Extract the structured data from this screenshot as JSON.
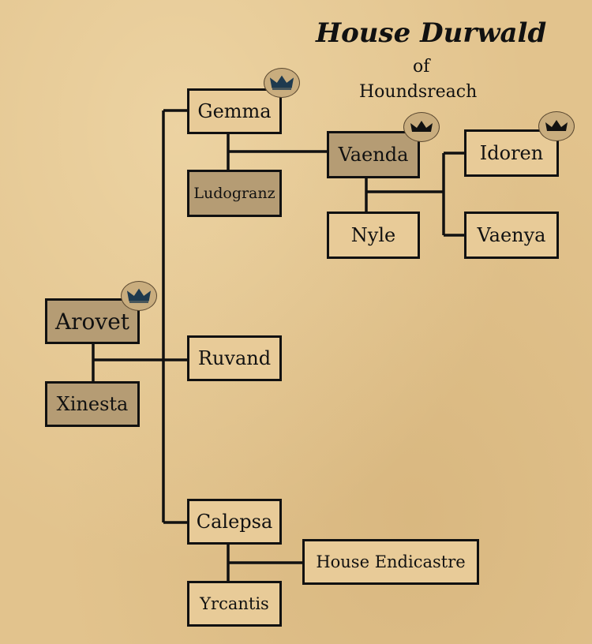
{
  "title": "House Durwald",
  "subtitle_of": "of",
  "subtitle_place": "Houndsreach",
  "members": {
    "gemma": "Gemma",
    "ludogranz": "Ludogranz",
    "vaenda": "Vaenda",
    "idoren": "Idoren",
    "nyle": "Nyle",
    "vaenya": "Vaenya",
    "arovet": "Arovet",
    "xinesta": "Xinesta",
    "ruvand": "Ruvand",
    "calepsa": "Calepsa",
    "yrcantis": "Yrcantis",
    "endicastre": "House Endicastre"
  },
  "crowned": [
    "Gemma",
    "Vaenda",
    "Idoren",
    "Arovet"
  ],
  "colors": {
    "parchment": "#e2c38d",
    "spouse_box": "#b59c74",
    "line": "#111111",
    "crown_blue": "#1e3a4f"
  }
}
